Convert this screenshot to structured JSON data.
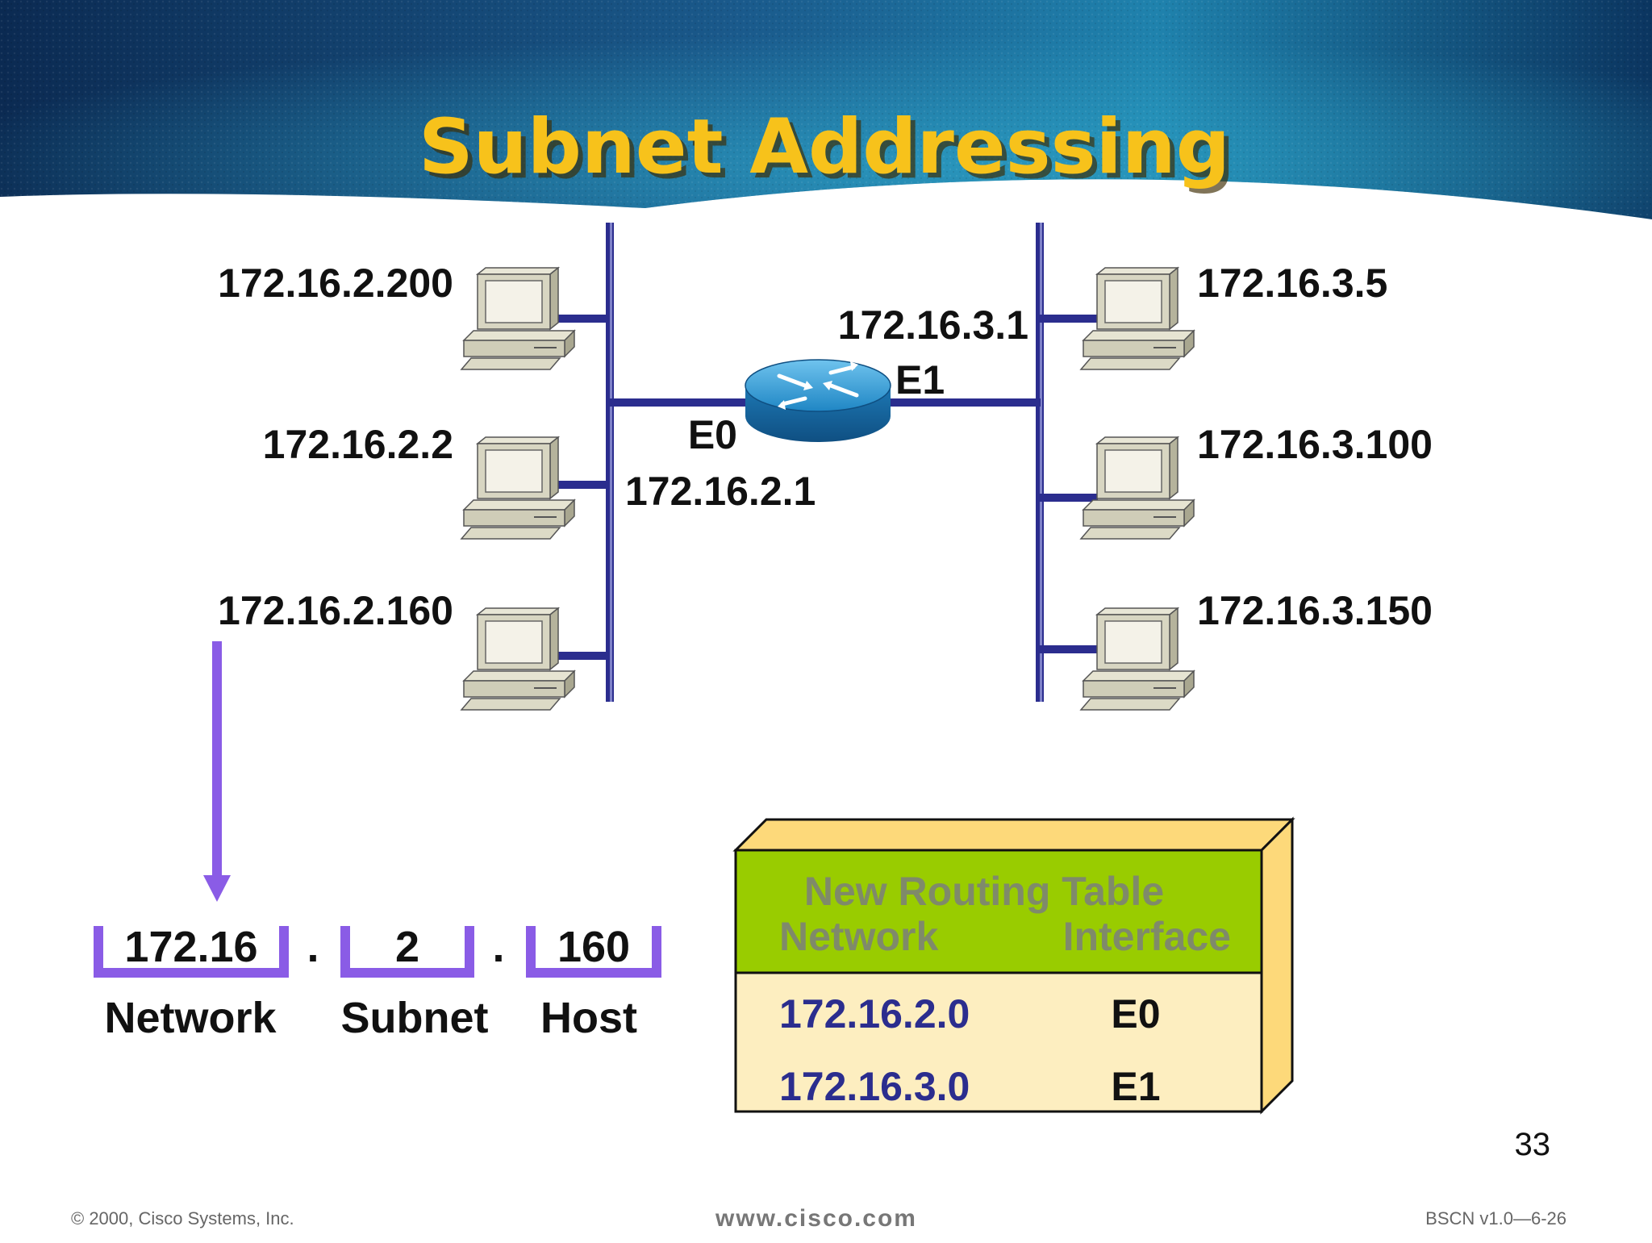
{
  "title": "Subnet Addressing",
  "left_hosts": [
    "172.16.2.200",
    "172.16.2.2",
    "172.16.2.160"
  ],
  "right_hosts": [
    "172.16.3.5",
    "172.16.3.100",
    "172.16.3.150"
  ],
  "router": {
    "e0_label": "E0",
    "e0_ip": "172.16.2.1",
    "e1_label": "E1",
    "e1_ip": "172.16.3.1"
  },
  "address_breakdown": {
    "network_value": "172.16",
    "subnet_value": "2",
    "host_value": "160",
    "dot": ".",
    "network_label": "Network",
    "subnet_label": "Subnet",
    "host_label": "Host"
  },
  "routing_table": {
    "title": "New Routing Table",
    "col_network": "Network",
    "col_interface": "Interface",
    "rows": [
      {
        "network": "172.16.2.0",
        "interface": "E0"
      },
      {
        "network": "172.16.3.0",
        "interface": "E1"
      }
    ]
  },
  "page_number": "33",
  "footer": {
    "copyright": "© 2000, Cisco Systems, Inc.",
    "website": "www.cisco.com",
    "course": "BSCN v1.0—6-26"
  },
  "colors": {
    "title_yellow": "#f7c21b",
    "cable_navy": "#2b2d8e",
    "arrow_purple": "#8a5ce6",
    "table_green": "#99cc00",
    "table_cream": "#fdeec0",
    "router_blue": "#1d8ac9"
  }
}
